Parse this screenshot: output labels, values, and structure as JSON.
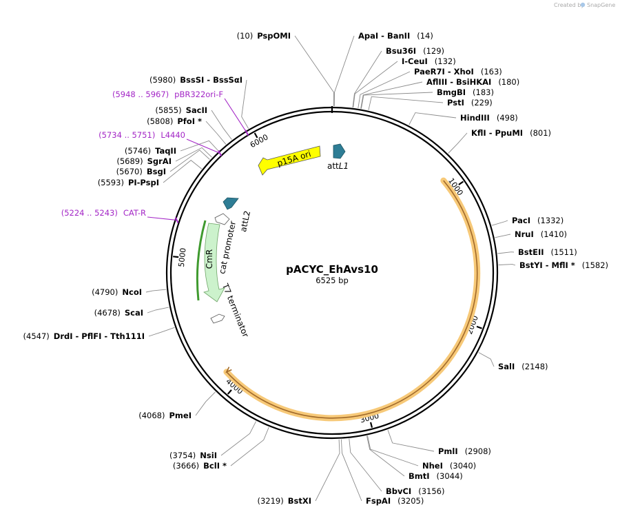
{
  "brand": {
    "prefix": "Created by",
    "name": "SnapGene"
  },
  "plasmid": {
    "name": "pACYC_EhAvs10",
    "length_label": "6525 bp",
    "length": 6525
  },
  "ticks": [
    {
      "pos": 0,
      "label": ""
    },
    {
      "pos": 1000,
      "label": "1000"
    },
    {
      "pos": 2000,
      "label": "2000"
    },
    {
      "pos": 3000,
      "label": "3000"
    },
    {
      "pos": 4000,
      "label": "4000"
    },
    {
      "pos": 5000,
      "label": "5000"
    },
    {
      "pos": 6000,
      "label": "6000"
    }
  ],
  "sites": [
    {
      "name": "PspOMI",
      "pos_label": "(10)",
      "pos": 10
    },
    {
      "name": "ApaI - BanII",
      "pos_label": "(14)",
      "pos": 14
    },
    {
      "name": "Bsu36I",
      "pos_label": "(129)",
      "pos": 129
    },
    {
      "name": "I-CeuI",
      "pos_label": "(132)",
      "pos": 132
    },
    {
      "name": "PaeR7I - XhoI",
      "pos_label": "(163)",
      "pos": 163
    },
    {
      "name": "AflIII - BsiHKAI",
      "pos_label": "(180)",
      "pos": 180
    },
    {
      "name": "BmgBI",
      "pos_label": "(183)",
      "pos": 183
    },
    {
      "name": "PstI",
      "pos_label": "(229)",
      "pos": 229
    },
    {
      "name": "HindIII",
      "pos_label": "(498)",
      "pos": 498
    },
    {
      "name": "KflI - PpuMI",
      "pos_label": "(801)",
      "pos": 801
    },
    {
      "name": "PacI",
      "pos_label": "(1332)",
      "pos": 1332
    },
    {
      "name": "NruI",
      "pos_label": "(1410)",
      "pos": 1410
    },
    {
      "name": "BstEII",
      "pos_label": "(1511)",
      "pos": 1511
    },
    {
      "name": "BstYI - MflI *",
      "pos_label": "(1582)",
      "pos": 1582
    },
    {
      "name": "SalI",
      "pos_label": "(2148)",
      "pos": 2148
    },
    {
      "name": "PmlI",
      "pos_label": "(2908)",
      "pos": 2908
    },
    {
      "name": "NheI",
      "pos_label": "(3040)",
      "pos": 3040
    },
    {
      "name": "BmtI",
      "pos_label": "(3044)",
      "pos": 3044
    },
    {
      "name": "BbvCI",
      "pos_label": "(3156)",
      "pos": 3156
    },
    {
      "name": "FspAI",
      "pos_label": "(3205)",
      "pos": 3205
    },
    {
      "name": "BstXI",
      "pos_label": "(3219)",
      "pos": 3219
    },
    {
      "name": "BclI *",
      "pos_label": "(3666)",
      "pos": 3666
    },
    {
      "name": "NsiI",
      "pos_label": "(3754)",
      "pos": 3754
    },
    {
      "name": "PmeI",
      "pos_label": "(4068)",
      "pos": 4068
    },
    {
      "name": "DrdI - PflFI - Tth111I",
      "pos_label": "(4547)",
      "pos": 4547
    },
    {
      "name": "ScaI",
      "pos_label": "(4678)",
      "pos": 4678
    },
    {
      "name": "NcoI",
      "pos_label": "(4790)",
      "pos": 4790
    },
    {
      "name": "PI-PspI",
      "pos_label": "(5593)",
      "pos": 5593
    },
    {
      "name": "BsgI",
      "pos_label": "(5670)",
      "pos": 5670
    },
    {
      "name": "SgrAI",
      "pos_label": "(5689)",
      "pos": 5689
    },
    {
      "name": "TaqII",
      "pos_label": "(5746)",
      "pos": 5746
    },
    {
      "name": "PfoI *",
      "pos_label": "(5808)",
      "pos": 5808
    },
    {
      "name": "SacII",
      "pos_label": "(5855)",
      "pos": 5855
    },
    {
      "name": "BssSI - BssSαI",
      "pos_label": "(5980)",
      "pos": 5980
    }
  ],
  "primers": [
    {
      "name": "pBR322ori-F",
      "range_label": "(5948 .. 5967)",
      "start": 5948,
      "end": 5967
    },
    {
      "name": "L4440",
      "range_label": "(5734 .. 5751)",
      "start": 5734,
      "end": 5751
    },
    {
      "name": "CAT-R",
      "range_label": "(5224 .. 5243)",
      "start": 5224,
      "end": 5243
    }
  ],
  "features": {
    "p15A_ori": "p15A ori",
    "attL1_prefix": "att",
    "attL1_suffix": "L1",
    "attL2": "attL2",
    "cmr": "CmR",
    "cat_promoter": "cat promoter",
    "t7_terminator": "T7 terminator"
  },
  "colors": {
    "ori": "#ffff00",
    "att": "#2e7d95",
    "cmr": "#ccf2cc",
    "cds_border": "#3f9a2e",
    "insert_glow": "#f7c978",
    "insert_line": "#a0692a",
    "primer": "#a326c6"
  }
}
